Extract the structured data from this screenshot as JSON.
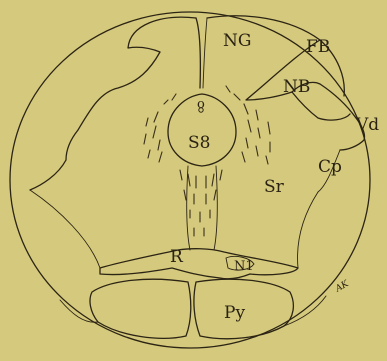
{
  "labels": {
    "ng": "NG",
    "fb": "FB",
    "nb": "NB",
    "vd": "Vd",
    "cp": "Cp",
    "sr": "Sr",
    "o": "o",
    "s8": "S8",
    "r": "R",
    "n1": "N1",
    "py": "Py"
  },
  "signature": "AK"
}
